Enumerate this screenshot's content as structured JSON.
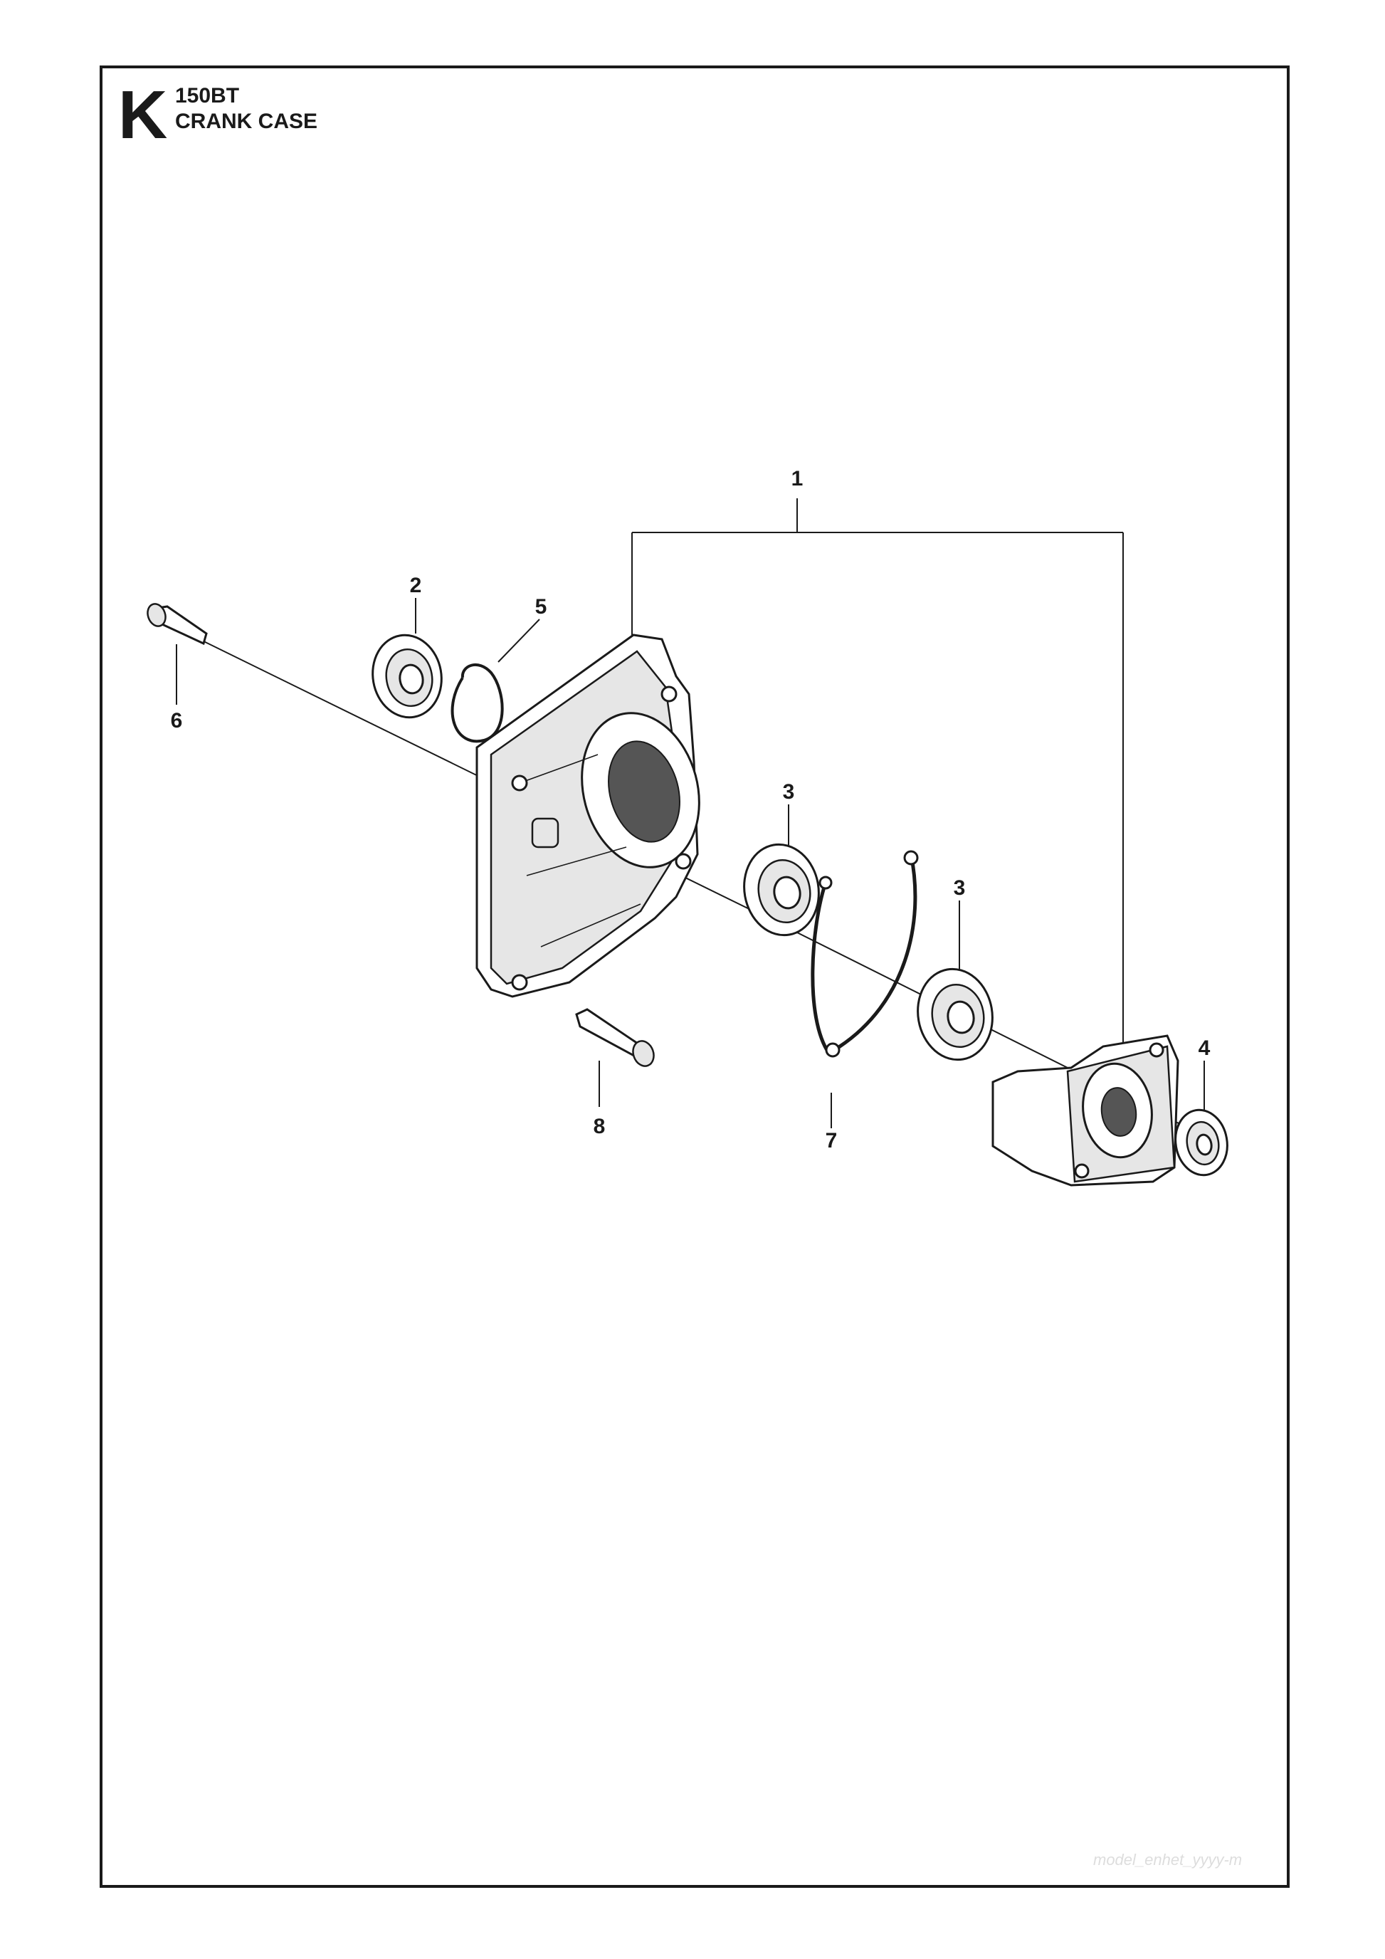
{
  "header": {
    "section_letter": "K",
    "model": "150BT",
    "title": "CRANK CASE"
  },
  "callouts": [
    {
      "id": "1",
      "label": "1"
    },
    {
      "id": "2",
      "label": "2"
    },
    {
      "id": "3a",
      "label": "3"
    },
    {
      "id": "3b",
      "label": "3"
    },
    {
      "id": "4",
      "label": "4"
    },
    {
      "id": "5",
      "label": "5"
    },
    {
      "id": "6",
      "label": "6"
    },
    {
      "id": "7",
      "label": "7"
    },
    {
      "id": "8",
      "label": "8"
    }
  ],
  "watermark": "model_enhet_yyyy-m"
}
